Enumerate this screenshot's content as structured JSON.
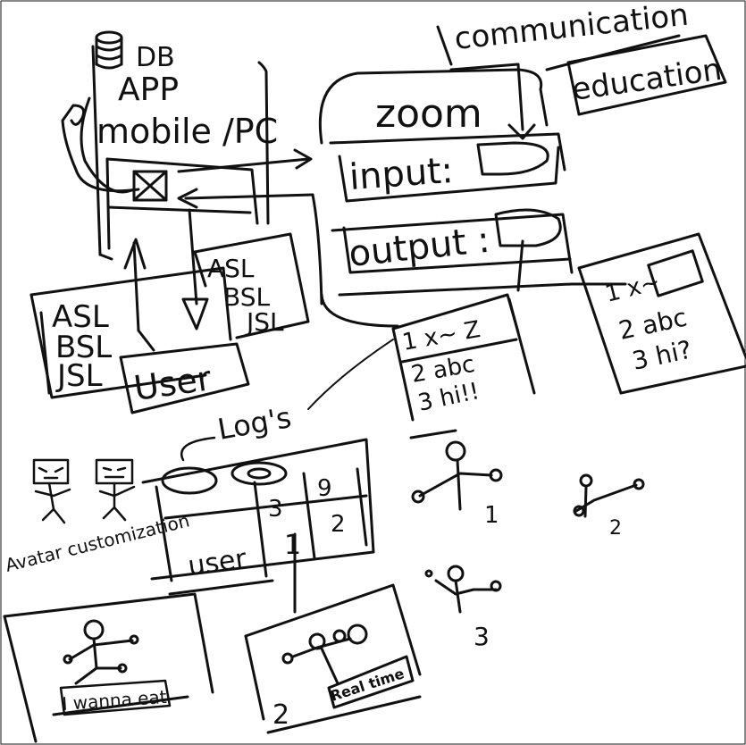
{
  "labels": {
    "db": "DB",
    "app": "APP",
    "mobile_pc": "mobile /PC",
    "communication": "communication",
    "education": "education",
    "zoom": "zoom",
    "input": "input:",
    "output": "output :",
    "user_top": "User",
    "logs": "Log's",
    "user_logs": "user",
    "avatar_customization": "Avatar customization",
    "speech_bubble": "I wanna eat",
    "caption_text": "Real time"
  },
  "tables": {
    "asl_left": [
      "ASL",
      "BSL",
      "JSL"
    ],
    "asl_right": [
      "ASL",
      "BSL",
      "JSL"
    ],
    "output_rows": [
      "1 x~ Z",
      "2 abc",
      "3 hi!!"
    ],
    "right_rows": [
      "1 x~",
      "2 abc",
      "3 hi?"
    ],
    "logs_numbers": [
      "3",
      "9",
      "1",
      "2"
    ]
  },
  "numbers": {
    "fig1": "1",
    "fig2": "2",
    "fig3": "3",
    "caption_num": "2"
  }
}
